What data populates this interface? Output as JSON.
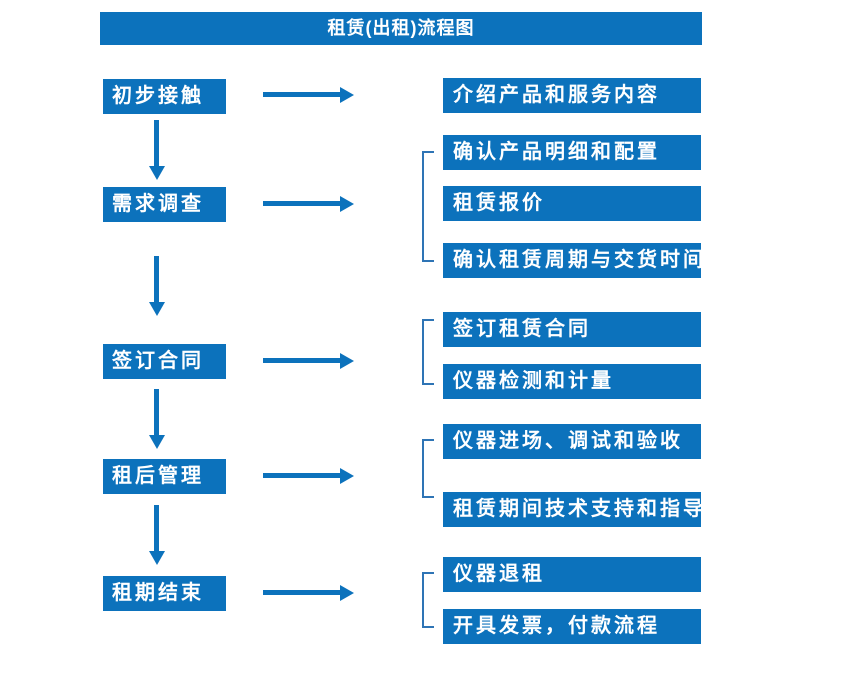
{
  "title": "租赁(出租)流程图",
  "colors": {
    "primary": "#0c72bc",
    "bracket": "#2e74b5",
    "text_on_primary": "#ffffff",
    "background": "#ffffff"
  },
  "flow": [
    {
      "step": "初步接触",
      "outputs": [
        "介绍产品和服务内容"
      ]
    },
    {
      "step": "需求调查",
      "outputs": [
        "确认产品明细和配置",
        "租赁报价",
        "确认租赁周期与交货时间"
      ]
    },
    {
      "step": "签订合同",
      "outputs": [
        "签订租赁合同",
        "仪器检测和计量"
      ]
    },
    {
      "step": "租后管理",
      "outputs": [
        "仪器进场、调试和验收",
        "租赁期间技术支持和指导"
      ]
    },
    {
      "step": "租期结束",
      "outputs": [
        "仪器退租",
        "开具发票，付款流程"
      ]
    }
  ]
}
